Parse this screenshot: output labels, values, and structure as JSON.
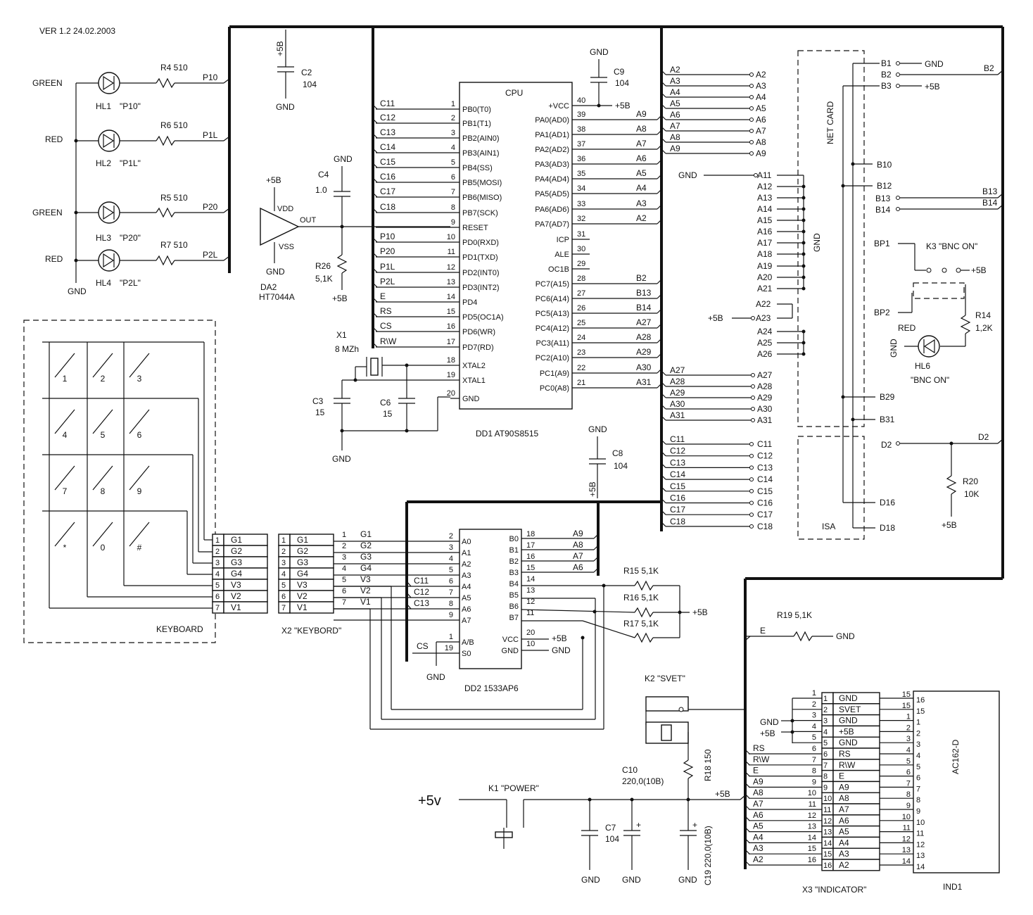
{
  "version": "VER 1.2  24.02.2003",
  "leds": [
    {
      "color": "GREEN",
      "ref": "HL1",
      "tag": "\"P10\"",
      "res": "R4 510",
      "net": "P10"
    },
    {
      "color": "RED",
      "ref": "HL2",
      "tag": "\"P1L\"",
      "res": "R6 510",
      "net": "P1L"
    },
    {
      "color": "GREEN",
      "ref": "HL3",
      "tag": "\"P20\"",
      "res": "R5 510",
      "net": "P20"
    },
    {
      "color": "RED",
      "ref": "HL4",
      "tag": "\"P2L\"",
      "res": "R7 510",
      "net": "P2L"
    }
  ],
  "led_gnd": "GND",
  "c2": {
    "plus": "+5B",
    "ref": "C2",
    "val": "104",
    "gnd": "GND"
  },
  "da2": {
    "plus": "+5B",
    "vdd": "VDD",
    "vss": "VSS",
    "out": "OUT",
    "gnd": "GND",
    "ref": "DA2",
    "part": "HT7044A"
  },
  "c4": {
    "gnd": "GND",
    "ref": "C4",
    "val": "1.0"
  },
  "r26": {
    "ref": "R26",
    "val": "5,1K",
    "plus": "+5B"
  },
  "x1": {
    "ref": "X1",
    "val": "8 MZh"
  },
  "c3": {
    "ref": "C3",
    "val": "15"
  },
  "c6": {
    "ref": "C6",
    "val": "15"
  },
  "osc_gnd": "GND",
  "cpu": {
    "title": "CPU",
    "name": "DD1  AT90S8515",
    "left": [
      {
        "net": "C11",
        "num": "1",
        "pin": "PB0(T0)"
      },
      {
        "net": "C12",
        "num": "2",
        "pin": "PB1(T1)"
      },
      {
        "net": "C13",
        "num": "3",
        "pin": "PB2(AIN0)"
      },
      {
        "net": "C14",
        "num": "4",
        "pin": "PB3(AIN1)"
      },
      {
        "net": "C15",
        "num": "5",
        "pin": "PB4(SS)"
      },
      {
        "net": "C16",
        "num": "6",
        "pin": "PB5(MOSI)"
      },
      {
        "net": "C17",
        "num": "7",
        "pin": "PB6(MISO)"
      },
      {
        "net": "C18",
        "num": "8",
        "pin": "PB7(SCK)"
      },
      {
        "net": "",
        "num": "9",
        "pin": "RESET"
      },
      {
        "net": "P10",
        "num": "10",
        "pin": "PD0(RXD)"
      },
      {
        "net": "P20",
        "num": "11",
        "pin": "PD1(TXD)"
      },
      {
        "net": "P1L",
        "num": "12",
        "pin": "PD2(INT0)"
      },
      {
        "net": "P2L",
        "num": "13",
        "pin": "PD3(INT2)"
      },
      {
        "net": "E",
        "num": "14",
        "pin": "PD4"
      },
      {
        "net": "RS",
        "num": "15",
        "pin": "PD5(OC1A)"
      },
      {
        "net": "CS",
        "num": "16",
        "pin": "PD6(WR)"
      },
      {
        "net": "R\\W",
        "num": "17",
        "pin": "PD7(RD)"
      },
      {
        "net": "",
        "num": "18",
        "pin": "XTAL2"
      },
      {
        "net": "",
        "num": "19",
        "pin": "XTAL1"
      },
      {
        "net": "",
        "num": "20",
        "pin": "GND"
      }
    ],
    "right": [
      {
        "pin": "+VCC",
        "num": "40",
        "net": "+5B"
      },
      {
        "pin": "PA0(AD0)",
        "num": "39",
        "net": "A9"
      },
      {
        "pin": "PA1(AD1)",
        "num": "38",
        "net": "A8"
      },
      {
        "pin": "PA2(AD2)",
        "num": "37",
        "net": "A7"
      },
      {
        "pin": "PA3(AD3)",
        "num": "36",
        "net": "A6"
      },
      {
        "pin": "PA4(AD4)",
        "num": "35",
        "net": "A5"
      },
      {
        "pin": "PA5(AD5)",
        "num": "34",
        "net": "A4"
      },
      {
        "pin": "PA6(AD6)",
        "num": "33",
        "net": "A3"
      },
      {
        "pin": "PA7(AD7)",
        "num": "32",
        "net": "A2"
      },
      {
        "pin": "ICP",
        "num": "31",
        "net": ""
      },
      {
        "pin": "ALE",
        "num": "30",
        "net": ""
      },
      {
        "pin": "OC1B",
        "num": "29",
        "net": ""
      },
      {
        "pin": "PC7(A15)",
        "num": "28",
        "net": "B2"
      },
      {
        "pin": "PC6(A14)",
        "num": "27",
        "net": "B13"
      },
      {
        "pin": "PC5(A13)",
        "num": "26",
        "net": "B14"
      },
      {
        "pin": "PC4(A12)",
        "num": "25",
        "net": "A27"
      },
      {
        "pin": "PC3(A11)",
        "num": "24",
        "net": "A28"
      },
      {
        "pin": "PC2(A10)",
        "num": "23",
        "net": "A29"
      },
      {
        "pin": "PC1(A9)",
        "num": "22",
        "net": "A30"
      },
      {
        "pin": "PC0(A8)",
        "num": "21",
        "net": "A31"
      }
    ]
  },
  "c9": {
    "gnd": "GND",
    "ref": "C9",
    "val": "104"
  },
  "c8": {
    "gnd": "GND",
    "ref": "C8",
    "val": "104",
    "plus": "+5B"
  },
  "addr_bus": [
    "A2",
    "A3",
    "A4",
    "A5",
    "A6",
    "A7",
    "A8",
    "A9"
  ],
  "isa_a_top": [
    "A11",
    "A12",
    "A13",
    "A14",
    "A15",
    "A16",
    "A17",
    "A18",
    "A19",
    "A20",
    "A21"
  ],
  "isa_a_mid": [
    "A22",
    "A23"
  ],
  "isa_a_low": [
    "A24",
    "A25",
    "A26"
  ],
  "isa_gnd_in": "GND",
  "isa_plus_in": "+5B",
  "isa_gnd_label": "GND",
  "isa_a_bot": [
    "A27",
    "A28",
    "A29",
    "A30",
    "A31"
  ],
  "isa_c": [
    "C11",
    "C12",
    "C13",
    "C14",
    "C15",
    "C16",
    "C17",
    "C18"
  ],
  "netcard": "NET  CARD",
  "isa": "ISA",
  "b_pins": {
    "b1": "B1",
    "b1n": "GND",
    "b2": "B2",
    "b2n": "B2",
    "b3": "B3",
    "b3n": "+5B",
    "b10": "B10",
    "b12": "B12",
    "b13": "B13",
    "b13n": "B13",
    "b14": "B14",
    "b14n": "B14",
    "b29": "B29",
    "b31": "B31",
    "d2": "D2",
    "d2n": "D2",
    "d16": "D16",
    "d18": "D18"
  },
  "k3": {
    "bp1": "BP1",
    "bp2": "BP2",
    "title": "K3 \"BNC ON\"",
    "plus": "+5B"
  },
  "r14": {
    "ref": "R14",
    "val": "1,2K"
  },
  "hl6": {
    "color": "RED",
    "gnd": "GND",
    "ref": "HL6",
    "tag": "\"BNC ON\""
  },
  "r20": {
    "ref": "R20",
    "val": "10K",
    "plus": "+5B"
  },
  "keys": [
    "1",
    "2",
    "3",
    "4",
    "5",
    "6",
    "7",
    "8",
    "9",
    "*",
    "0",
    "#"
  ],
  "keyboard_label": "KEYBOARD",
  "kb_conn": [
    {
      "num": "1",
      "net": "G1"
    },
    {
      "num": "2",
      "net": "G2"
    },
    {
      "num": "3",
      "net": "G3"
    },
    {
      "num": "4",
      "net": "G4"
    },
    {
      "num": "5",
      "net": "V3"
    },
    {
      "num": "6",
      "net": "V2"
    },
    {
      "num": "7",
      "net": "V1"
    }
  ],
  "x2_label": "X2  \"KEYBORD\"",
  "dd2": {
    "name": "DD2  1533AP6",
    "left": [
      {
        "num": "2",
        "pin": "A0"
      },
      {
        "num": "3",
        "pin": "A1"
      },
      {
        "num": "4",
        "pin": "A2"
      },
      {
        "num": "5",
        "pin": "A3"
      },
      {
        "num": "6",
        "pin": "A4"
      },
      {
        "num": "7",
        "pin": "A5"
      },
      {
        "num": "8",
        "pin": "A6"
      },
      {
        "num": "9",
        "pin": "A7"
      }
    ],
    "right": [
      {
        "pin": "B0",
        "num": "18",
        "net": "A9"
      },
      {
        "pin": "B1",
        "num": "17",
        "net": "A8"
      },
      {
        "pin": "B2",
        "num": "16",
        "net": "A7"
      },
      {
        "pin": "B3",
        "num": "15",
        "net": "A6"
      },
      {
        "pin": "B4",
        "num": "14",
        "net": ""
      },
      {
        "pin": "B5",
        "num": "13",
        "net": ""
      },
      {
        "pin": "B6",
        "num": "12",
        "net": ""
      },
      {
        "pin": "B7",
        "num": "11",
        "net": ""
      }
    ],
    "ab": "A/B",
    "ab_num": "1",
    "s0": "S0",
    "s0_num": "19",
    "cs": "CS",
    "gnd": "GND",
    "vcc": "VCC",
    "vcc_num": "20",
    "vcc_net": "+5B",
    "gndp": "GND",
    "gnd_num": "10",
    "gnd_net": "GND",
    "c_nets": [
      "C11",
      "C12",
      "C13"
    ]
  },
  "r15": {
    "ref": "R15 5,1K"
  },
  "r16": {
    "ref": "R16 5,1K"
  },
  "r17": {
    "ref": "R17 5,1K"
  },
  "pullup_plus": "+5B",
  "r19": {
    "net": "E",
    "ref": "R19 5,1K",
    "gnd": "GND"
  },
  "k2": {
    "title": "K2 \"SVET\""
  },
  "r18": {
    "ref": "R18 150"
  },
  "c10": {
    "ref": "C10",
    "val": "220,0(10B)"
  },
  "power": {
    "title": "K1  \"POWER\"",
    "in": "+5v",
    "plus": "+5B"
  },
  "c7": {
    "ref": "C7",
    "val": "104",
    "plus": "+"
  },
  "c19": {
    "ref": "C19 220,0(10B)",
    "plus": "+"
  },
  "power_gnds": [
    "GND",
    "GND",
    "GND"
  ],
  "x3": {
    "label": "X3  \"INDICATOR\"",
    "gnd_in": "GND",
    "plus_in": "+5B",
    "nets": [
      "",
      "",
      "",
      "",
      "",
      "RS",
      "R\\W",
      "E",
      "A9",
      "A8",
      "A7",
      "A6",
      "A5",
      "A4",
      "A3",
      "A2"
    ],
    "pins": [
      "GND",
      "SVET",
      "GND",
      "+5B",
      "GND",
      "RS",
      "R\\W",
      "E",
      "A9",
      "A8",
      "A7",
      "A6",
      "A5",
      "A4",
      "A3",
      "A2"
    ]
  },
  "ind1": {
    "label": "IND1",
    "part": "AC162-D",
    "left": [
      "15",
      "15",
      "1",
      "2",
      "3",
      "4",
      "5",
      "6",
      "7",
      "8",
      "9",
      "10",
      "11",
      "12",
      "13",
      "14"
    ],
    "right": [
      "16",
      "15",
      "1",
      "2",
      "3",
      "4",
      "5",
      "6",
      "7",
      "8",
      "9",
      "10",
      "11",
      "12",
      "13",
      "14"
    ]
  }
}
